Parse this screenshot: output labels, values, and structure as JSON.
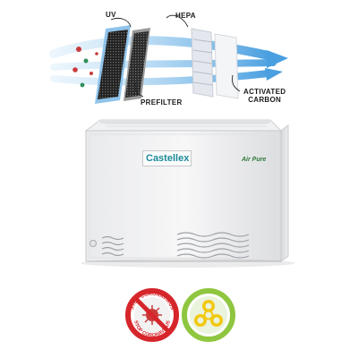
{
  "labels": {
    "uv": "UV",
    "hepa": "HEPA",
    "prefilter": "PREFILTER",
    "activated_line1": "ACTIVATED",
    "activated_line2": "CARBON"
  },
  "device": {
    "brand": "Castellex",
    "sub_brand": "Air Pure"
  },
  "badges": {
    "left_text": "STOP CORONAVIRUS",
    "left_icon": "virus-prohibited-icon",
    "right_icon": "biohazard-icon"
  },
  "colors": {
    "arrow": "#5aa9e6",
    "brand": "#1d8c9a",
    "badge_red": "#d6262b",
    "badge_green": "#8fc63f",
    "biohazard": "#f2c80f"
  }
}
